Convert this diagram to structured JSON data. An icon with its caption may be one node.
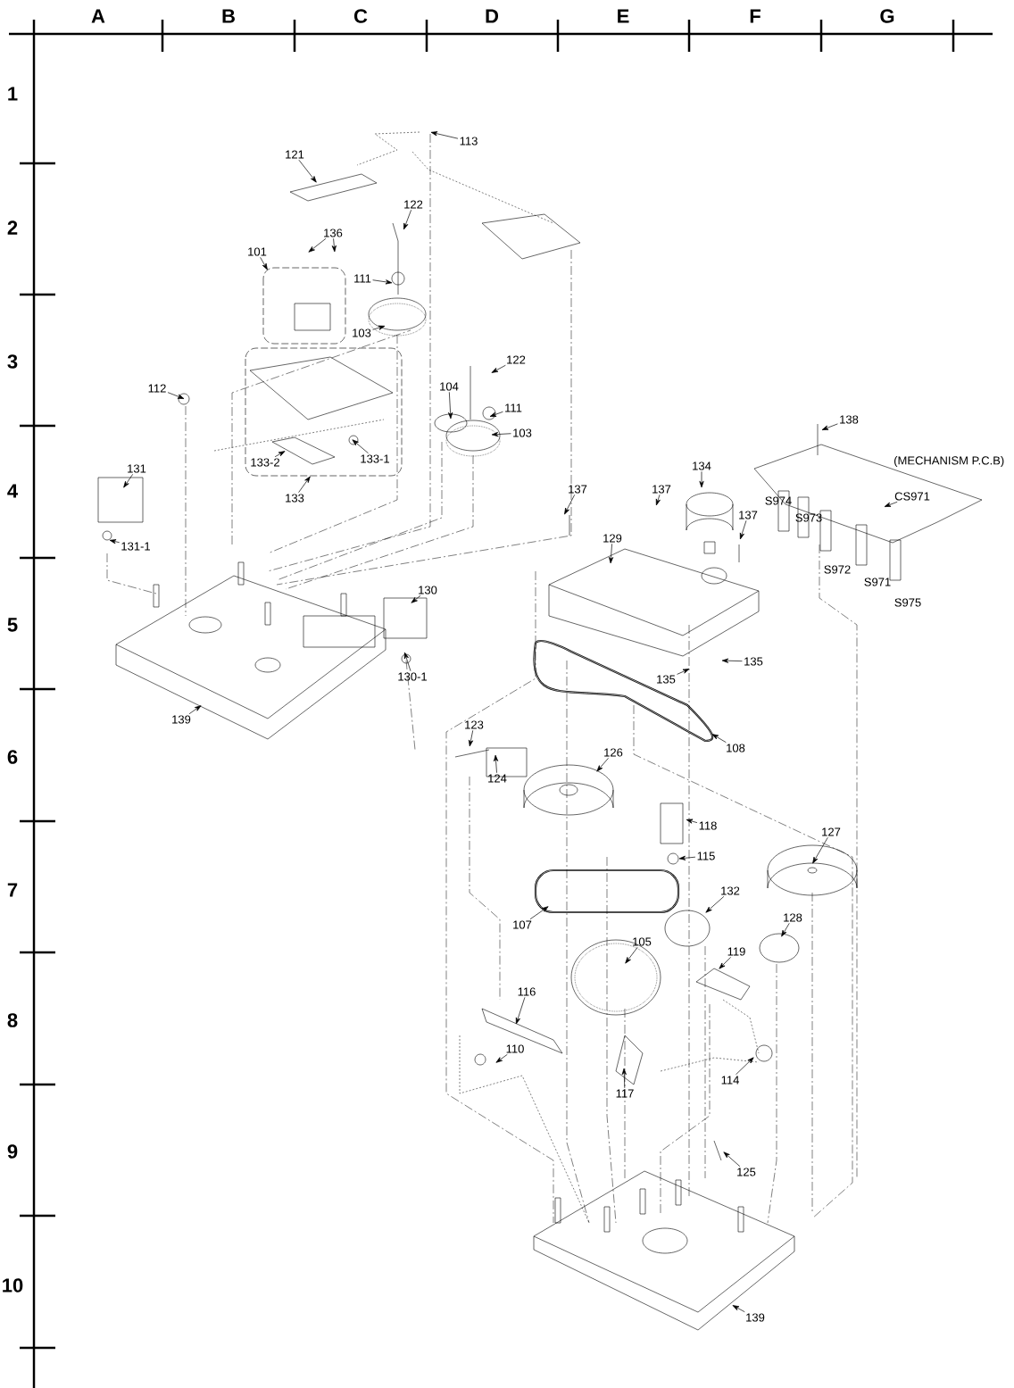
{
  "diagram": {
    "nodes": [
      {
        "text": [
          "113"
        ]
      },
      {
        "text": [
          "121"
        ]
      },
      {
        "text": [
          "122"
        ]
      },
      {
        "text": [
          "136"
        ]
      },
      {
        "text": [
          "101"
        ]
      },
      {
        "text": [
          "111"
        ]
      },
      {
        "text": [
          "103"
        ]
      },
      {
        "text": [
          "112"
        ]
      },
      {
        "text": [
          "133-1"
        ]
      },
      {
        "text": [
          "133-2"
        ]
      },
      {
        "text": [
          "133"
        ]
      },
      {
        "text": [
          "131"
        ]
      },
      {
        "text": [
          "131-1"
        ]
      },
      {
        "text": [
          "122"
        ]
      },
      {
        "text": [
          "104"
        ]
      },
      {
        "text": [
          "111"
        ]
      },
      {
        "text": [
          "103"
        ]
      },
      {
        "text": [
          "138"
        ]
      },
      {
        "text": [
          "137"
        ]
      },
      {
        "text": [
          "137"
        ]
      },
      {
        "text": [
          "134"
        ]
      },
      {
        "text": [
          "137"
        ]
      },
      {
        "text": [
          "129"
        ]
      },
      {
        "text": [
          "135"
        ]
      },
      {
        "text": [
          "135"
        ]
      },
      {
        "text": [
          "CS971"
        ]
      },
      {
        "text": [
          "130"
        ]
      },
      {
        "text": [
          "130-1"
        ]
      },
      {
        "text": [
          "139"
        ]
      },
      {
        "text": [
          "108"
        ]
      },
      {
        "text": [
          "123"
        ]
      },
      {
        "text": [
          "124"
        ]
      },
      {
        "text": [
          "126"
        ]
      },
      {
        "text": [
          "118"
        ]
      },
      {
        "text": [
          "115"
        ]
      },
      {
        "text": [
          "127"
        ]
      },
      {
        "text": [
          "132"
        ]
      },
      {
        "text": [
          "107"
        ]
      },
      {
        "text": [
          "128"
        ]
      },
      {
        "text": [
          "105"
        ]
      },
      {
        "text": [
          "119"
        ]
      },
      {
        "text": [
          "116"
        ]
      },
      {
        "text": [
          "110"
        ]
      },
      {
        "text": [
          "114"
        ]
      },
      {
        "text": [
          "117"
        ]
      },
      {
        "text": [
          "125"
        ]
      },
      {
        "text": [
          "139"
        ]
      }
    ],
    "edges": [
      {
        "from": 0,
        "to": null,
        "arrow": "to"
      },
      {
        "from": 1,
        "to": null,
        "arrow": "to"
      },
      {
        "from": 2,
        "to": null,
        "arrow": "to"
      },
      {
        "from": 3,
        "to": null,
        "arrow": "to"
      },
      {
        "from": 3,
        "to": null,
        "arrow": "to"
      },
      {
        "from": 4,
        "to": null,
        "arrow": "to"
      },
      {
        "from": 5,
        "to": null,
        "arrow": "to"
      },
      {
        "from": 6,
        "to": null,
        "arrow": "to"
      },
      {
        "from": 7,
        "to": null,
        "arrow": "to"
      },
      {
        "from": 8,
        "to": null,
        "arrow": "to"
      },
      {
        "from": 9,
        "to": null,
        "arrow": "to"
      },
      {
        "from": 10,
        "to": null,
        "arrow": "to"
      },
      {
        "from": 11,
        "to": null,
        "arrow": "to"
      },
      {
        "from": 12,
        "to": null,
        "arrow": "to"
      },
      {
        "from": 13,
        "to": null,
        "arrow": "to"
      },
      {
        "from": 14,
        "to": null,
        "arrow": "to"
      },
      {
        "from": 15,
        "to": null,
        "arrow": "to"
      },
      {
        "from": 16,
        "to": null,
        "arrow": "to"
      },
      {
        "from": 17,
        "to": null,
        "arrow": "to"
      },
      {
        "from": 18,
        "to": null,
        "arrow": "to"
      },
      {
        "from": 19,
        "to": null,
        "arrow": "to"
      },
      {
        "from": 20,
        "to": null,
        "arrow": "to"
      },
      {
        "from": 21,
        "to": null,
        "arrow": "to"
      },
      {
        "from": 22,
        "to": null,
        "arrow": "to"
      },
      {
        "from": 23,
        "to": null,
        "arrow": "to"
      },
      {
        "from": 24,
        "to": null,
        "arrow": "to"
      },
      {
        "from": 25,
        "to": null,
        "arrow": "to"
      },
      {
        "from": 26,
        "to": null,
        "arrow": "to"
      },
      {
        "from": 27,
        "to": null,
        "arrow": "to"
      },
      {
        "from": 28,
        "to": null,
        "arrow": "to"
      },
      {
        "from": 29,
        "to": null,
        "arrow": "to"
      },
      {
        "from": 30,
        "to": null,
        "arrow": "to"
      },
      {
        "from": 31,
        "to": null,
        "arrow": "to"
      },
      {
        "from": 32,
        "to": null,
        "arrow": "to"
      },
      {
        "from": 33,
        "to": null,
        "arrow": "to"
      },
      {
        "from": 34,
        "to": null,
        "arrow": "to"
      },
      {
        "from": 35,
        "to": null,
        "arrow": "to"
      },
      {
        "from": 36,
        "to": null,
        "arrow": "to"
      },
      {
        "from": 37,
        "to": null,
        "arrow": "to"
      },
      {
        "from": 38,
        "to": null,
        "arrow": "to"
      },
      {
        "from": 39,
        "to": null,
        "arrow": "to"
      },
      {
        "from": 40,
        "to": null,
        "arrow": "to"
      },
      {
        "from": 41,
        "to": null,
        "arrow": "to"
      },
      {
        "from": 42,
        "to": null,
        "arrow": "to"
      },
      {
        "from": 43,
        "to": null,
        "arrow": "to"
      },
      {
        "from": 44,
        "to": null,
        "arrow": "to"
      },
      {
        "from": 45,
        "to": null,
        "arrow": "to"
      },
      {
        "from": 46,
        "to": null,
        "arrow": "to"
      }
    ],
    "labels": [
      "A",
      "B",
      "C",
      "D",
      "E",
      "F",
      "G",
      "1",
      "2",
      "3",
      "4",
      "5",
      "6",
      "7",
      "8",
      "9",
      "10",
      "(MECHANISM P.C.B)",
      "S974",
      "S973",
      "S972",
      "S971",
      "S975"
    ]
  }
}
